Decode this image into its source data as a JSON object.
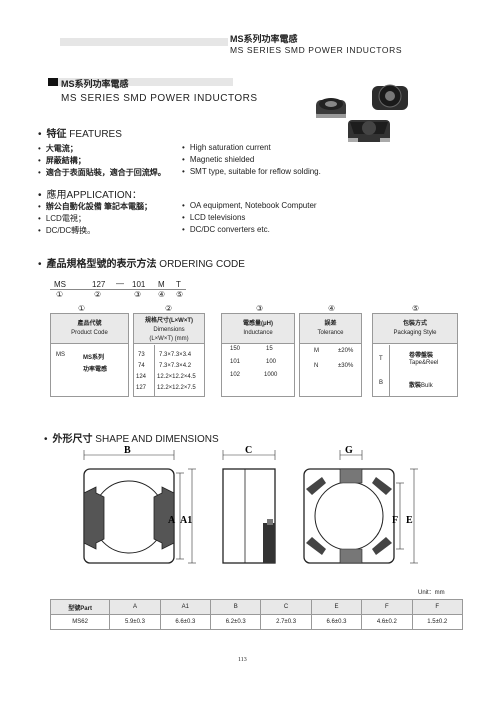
{
  "header": {
    "cn": "MS系列功率電感",
    "en": "MS SERIES SMD POWER INDUCTORS"
  },
  "title": {
    "cn": "MS系列功率電感",
    "en": "MS SERIES SMD POWER INDUCTORS"
  },
  "features": {
    "heading_cn": "特征",
    "heading_en": "FEATURES",
    "cn": [
      "大電流；",
      "屏蔽結構；",
      "適合于表面貼裝，適合于回流焊。"
    ],
    "en": [
      "High saturation current",
      "Magnetic shielded",
      "SMT type, suitable for reflow solding."
    ]
  },
  "application": {
    "heading": "應用APPLICATION：",
    "cn": [
      "辦公自動化設備 筆記本電腦；",
      "LCD電視；",
      "DC/DC轉换。"
    ],
    "en": [
      "OA equipment, Notebook Computer",
      "LCD televisions",
      "DC/DC converters etc."
    ]
  },
  "ordering": {
    "heading_cn": "產品規格型號的表示方法",
    "heading_en": "ORDERING CODE",
    "code": [
      "MS",
      "127",
      "101",
      "M",
      "T"
    ],
    "dash": "—",
    "nums": [
      "①",
      "②",
      "③",
      "④",
      "⑤"
    ],
    "col1": {
      "num": "①",
      "h1": "產品代號",
      "h2": "Product Code",
      "c1": "MS",
      "c2a": "MS系列",
      "c2b": "功率電感"
    },
    "col2": {
      "num": "②",
      "h1": "規格尺寸(L×W×T)",
      "h2": "Dimensions",
      "h3": "(L×W×T) (mm)",
      "codes": [
        "73",
        "74",
        "124",
        "127"
      ],
      "dims": [
        "7.3×7.3×3.4",
        "7.3×7.3×4.2",
        "12.2×12.2×4.5",
        "12.2×12.2×7.5"
      ]
    },
    "col3": {
      "num": "③",
      "h1": "電感量(μH)",
      "h2": "Inductance",
      "codes": [
        "150",
        "101",
        "102"
      ],
      "vals": [
        "15",
        "100",
        "1000"
      ]
    },
    "col4": {
      "num": "④",
      "h1": "誤差",
      "h2": "Tolerance",
      "codes": [
        "M",
        "N"
      ],
      "vals": [
        "±20%",
        "±30%"
      ]
    },
    "col5": {
      "num": "⑤",
      "h1": "包裝方式",
      "h2": "Packaging Style",
      "t": "T",
      "t1": "卷帶盤裝",
      "t2": "Tape&Reel",
      "b": "B",
      "b1": "散裝",
      "b2": "Bulk"
    }
  },
  "shape": {
    "heading_cn": "外形尺寸",
    "heading_en": "SHAPE AND DIMENSIONS",
    "labels": {
      "B": "B",
      "A": "A",
      "A1": "A1",
      "C": "C",
      "G": "G",
      "F": "F",
      "E": "E"
    }
  },
  "dim_table": {
    "unit": "Unit：mm",
    "headers": [
      "型號Part",
      "A",
      "A1",
      "B",
      "C",
      "E",
      "F",
      "F"
    ],
    "row": [
      "MS62",
      "5.9±0.3",
      "6.6±0.3",
      "6.2±0.3",
      "2.7±0.3",
      "6.6±0.3",
      "4.6±0.2",
      "1.5±0.2"
    ]
  },
  "page_number": "113"
}
